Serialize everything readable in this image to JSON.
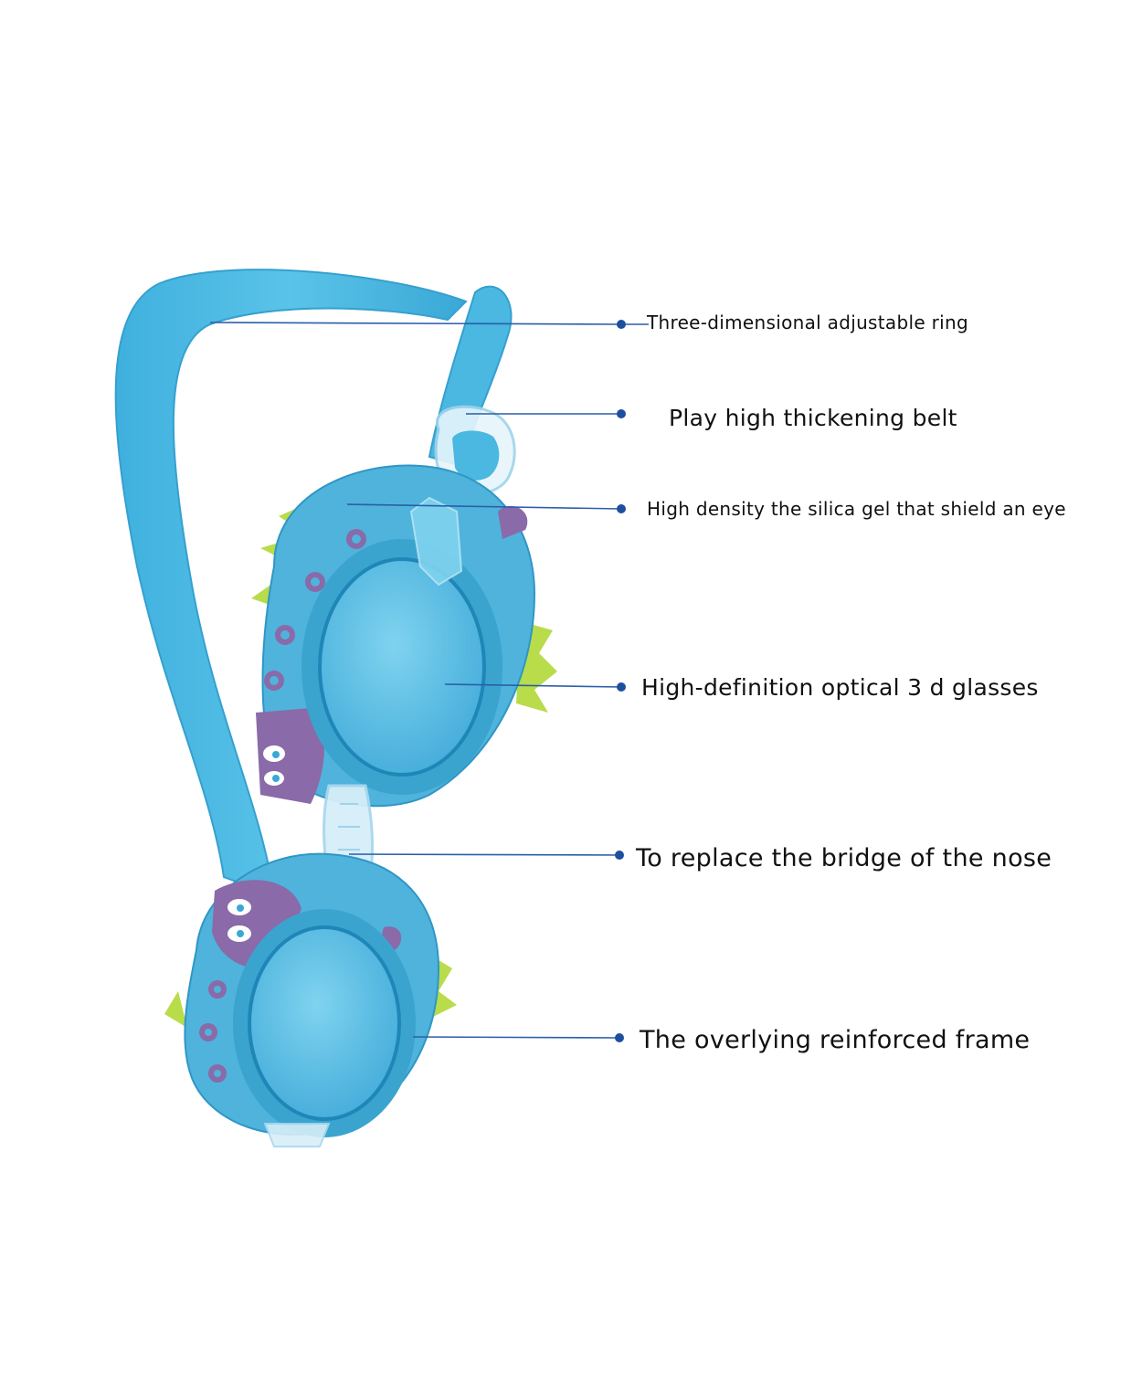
{
  "colors": {
    "strap": "#4ab8e0",
    "strap_shadow": "#3aa4cf",
    "frame": "#4fb3dc",
    "lens": "#5cc3e6",
    "lens_edge": "#1f86b8",
    "accent_purple": "#8a6aa8",
    "accent_green": "#b8dc4a",
    "leader_line": "#2a5fa8",
    "dot": "#1d4f9e",
    "clear_plastic": "#d6eef8"
  },
  "callouts": [
    {
      "id": "adjustable-ring",
      "text": "Three-dimensional adjustable ring"
    },
    {
      "id": "thickening-belt",
      "text": "Play high thickening belt"
    },
    {
      "id": "silica-gel-shield",
      "text": "High density the silica gel that shield an eye"
    },
    {
      "id": "optical-glasses",
      "text": "High-definition optical 3 d glasses"
    },
    {
      "id": "nose-bridge",
      "text": "To replace the bridge of the nose"
    },
    {
      "id": "reinforced-frame",
      "text": "The overlying reinforced frame"
    }
  ]
}
